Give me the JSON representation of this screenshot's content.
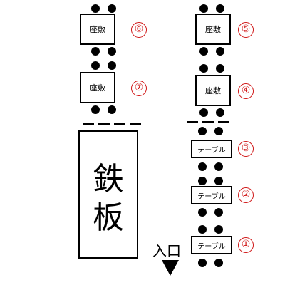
{
  "labels": {
    "zashiki": "座敷",
    "table": "テーブル",
    "teppan": "鉄板",
    "entrance": "入口"
  },
  "numbers": {
    "n1": "①",
    "n2": "②",
    "n3": "③",
    "n4": "④",
    "n5": "⑤",
    "n6": "⑥",
    "n7": "⑦"
  },
  "colors": {
    "number": "#d01818",
    "line": "#000000"
  },
  "icons": {
    "entrance_direction": "down-triangle-icon"
  }
}
